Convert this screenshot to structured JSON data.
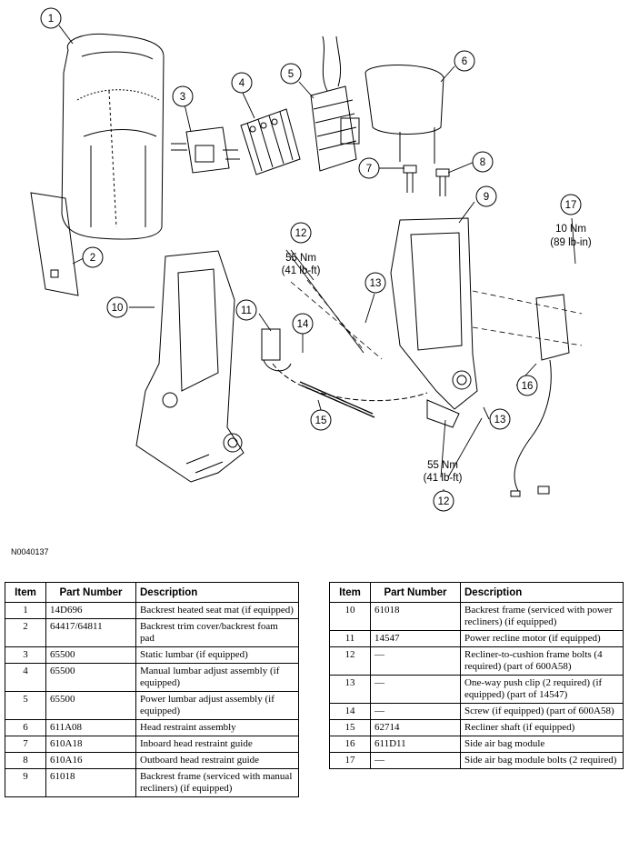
{
  "figure_code": "N0040137",
  "callouts": [
    {
      "num": "1"
    },
    {
      "num": "2"
    },
    {
      "num": "3"
    },
    {
      "num": "4"
    },
    {
      "num": "5"
    },
    {
      "num": "6"
    },
    {
      "num": "7"
    },
    {
      "num": "8"
    },
    {
      "num": "9"
    },
    {
      "num": "10"
    },
    {
      "num": "11"
    },
    {
      "num": "12"
    },
    {
      "num": "13"
    },
    {
      "num": "14"
    },
    {
      "num": "15"
    },
    {
      "num": "16"
    },
    {
      "num": "17"
    },
    {
      "num": "13"
    },
    {
      "num": "12"
    }
  ],
  "torque": {
    "t12_top": [
      "55 Nm",
      "(41 lb-ft)"
    ],
    "t17": [
      "10 Nm",
      "(89 lb-in)"
    ],
    "t12_bottom": [
      "55 Nm",
      "(41 lb-ft)"
    ]
  },
  "table_headers": {
    "item": "Item",
    "part_number": "Part Number",
    "description": "Description"
  },
  "parts_left": [
    {
      "item": "1",
      "part": "14D696",
      "desc": "Backrest heated seat mat (if equipped)"
    },
    {
      "item": "2",
      "part": "64417/64811",
      "desc": "Backrest trim cover/backrest foam pad"
    },
    {
      "item": "3",
      "part": "65500",
      "desc": "Static lumbar (if equipped)"
    },
    {
      "item": "4",
      "part": "65500",
      "desc": "Manual lumbar adjust assembly (if equipped)"
    },
    {
      "item": "5",
      "part": "65500",
      "desc": "Power lumbar adjust assembly (if equipped)"
    },
    {
      "item": "6",
      "part": "611A08",
      "desc": "Head restraint assembly"
    },
    {
      "item": "7",
      "part": "610A18",
      "desc": "Inboard head restraint guide"
    },
    {
      "item": "8",
      "part": "610A16",
      "desc": "Outboard head restraint guide"
    },
    {
      "item": "9",
      "part": "61018",
      "desc": "Backrest frame (serviced with manual recliners) (if equipped)"
    }
  ],
  "parts_right": [
    {
      "item": "10",
      "part": "61018",
      "desc": "Backrest frame (serviced with power recliners) (if equipped)"
    },
    {
      "item": "11",
      "part": "14547",
      "desc": "Power recline motor (if equipped)"
    },
    {
      "item": "12",
      "part": "—",
      "desc": "Recliner-to-cushion frame bolts (4 required) (part of 600A58)"
    },
    {
      "item": "13",
      "part": "—",
      "desc": "One-way push clip (2 required) (if equipped) (part of 14547)"
    },
    {
      "item": "14",
      "part": "—",
      "desc": "Screw (if equipped) (part of 600A58)"
    },
    {
      "item": "15",
      "part": "62714",
      "desc": "Recliner shaft (if equipped)"
    },
    {
      "item": "16",
      "part": "611D11",
      "desc": "Side air bag module"
    },
    {
      "item": "17",
      "part": "—",
      "desc": "Side air bag module bolts (2 required)"
    }
  ]
}
